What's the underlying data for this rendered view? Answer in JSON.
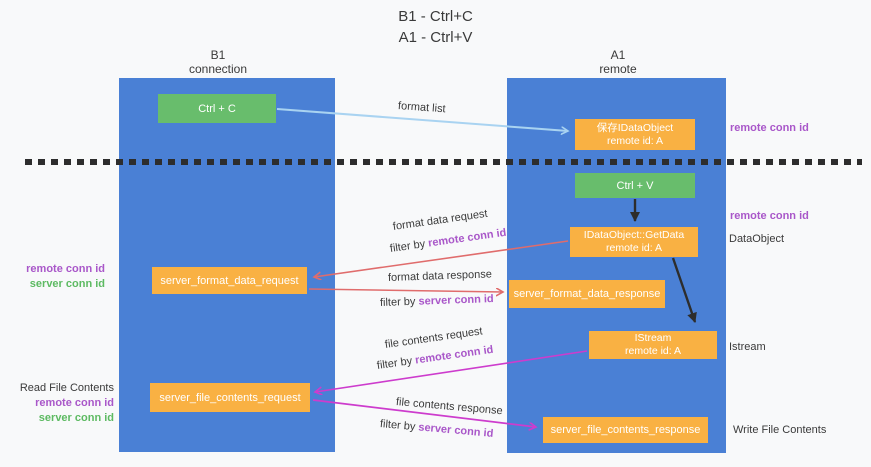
{
  "title": {
    "line1": "B1 - Ctrl+C",
    "line2": "A1 - Ctrl+V"
  },
  "lanes": {
    "left": {
      "name": "B1",
      "subtitle": "connection"
    },
    "right": {
      "name": "A1",
      "subtitle": "remote"
    }
  },
  "boxes": {
    "ctrl_c": "Ctrl + C",
    "ctrl_v": "Ctrl + V",
    "save_dataobject": {
      "line1": "保存IDataObject",
      "line2": "remote id: A"
    },
    "getdata": {
      "line1": "IDataObject::GetData",
      "line2": "remote id: A"
    },
    "istream": {
      "line1": "IStream",
      "line2": "remote id: A"
    },
    "format_request": "server_format_data_request",
    "format_response": "server_format_data_response",
    "file_request": "server_file_contents_request",
    "file_response": "server_file_contents_response"
  },
  "arrow_labels": {
    "format_list": "format list",
    "format_data_request": "format data request",
    "format_data_response": "format data response",
    "file_contents_request": "file contents request",
    "file_contents_response": "file contents response",
    "filter_by": "filter by",
    "remote_conn_id": "remote conn id",
    "server_conn_id": "server conn id"
  },
  "side_labels": {
    "remote_conn_id": "remote conn id",
    "server_conn_id": "server conn id",
    "dataobject": "DataObject",
    "istream": "Istream",
    "read_file_contents": "Read File Contents",
    "write_file_contents": "Write File Contents"
  },
  "colors": {
    "lane_blue": "#4a80d5",
    "box_green": "#68bd6c",
    "box_orange": "#f9b143",
    "label_purple": "#a957c9",
    "label_green": "#5dba62",
    "arrow_lightblue": "#a9d3f1",
    "arrow_red": "#e06c6c",
    "arrow_magenta": "#cd3ccd",
    "arrow_black": "#2d2d2d",
    "background": "#f8f9fa"
  }
}
